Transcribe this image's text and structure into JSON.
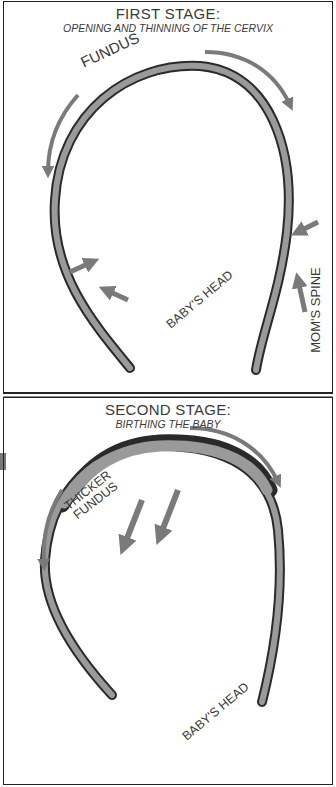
{
  "diagram": {
    "nodes": [
      {
        "text": [
          "FIRST STAGE:",
          "OPENING AND THINNING OF THE CERVIX"
        ]
      },
      {
        "text": [
          "SECOND STAGE:",
          "BIRTHING THE BABY"
        ]
      }
    ],
    "labels": [
      "FUNDUS",
      "BABY'S HEAD",
      "MOM'S SPINE",
      "THICKER FUNDUS",
      "BABY'S HEAD"
    ]
  }
}
